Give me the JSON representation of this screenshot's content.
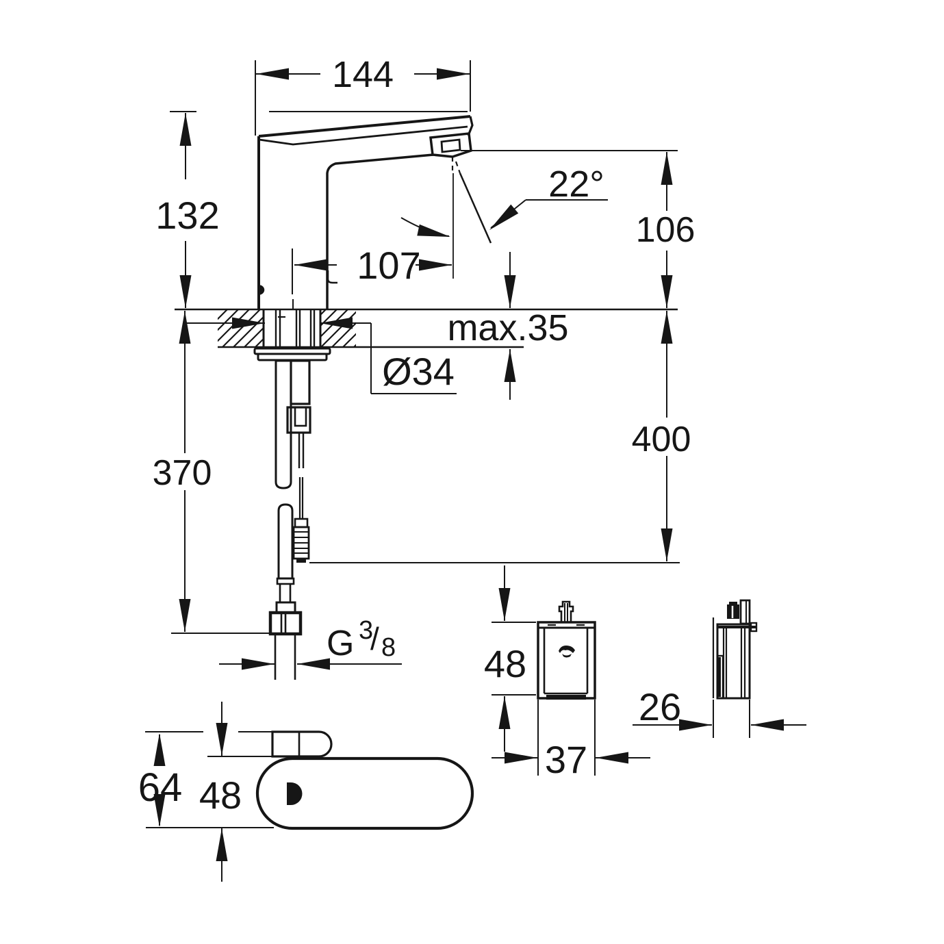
{
  "drawing": {
    "subject": "Infrared sensor basin faucet installation dimension drawing",
    "line_color": "#161616",
    "background_color": "#ffffff",
    "side_view": {
      "spout_width": "144",
      "body_height": "132",
      "spout_reach": "107",
      "stream_angle": "22°",
      "outlet_height": "106",
      "max_deck_thickness": "max.35",
      "hole_diameter": "Ø34",
      "hose_length": "370",
      "connection_drop": "400",
      "thread_letter": "G",
      "thread_numerator": "3",
      "thread_slash": "/",
      "thread_denominator": "8"
    },
    "control_box": {
      "front_height": "48",
      "front_width": "37",
      "side_depth": "26"
    },
    "top_view": {
      "overall_depth": "64",
      "body_depth": "48"
    }
  }
}
